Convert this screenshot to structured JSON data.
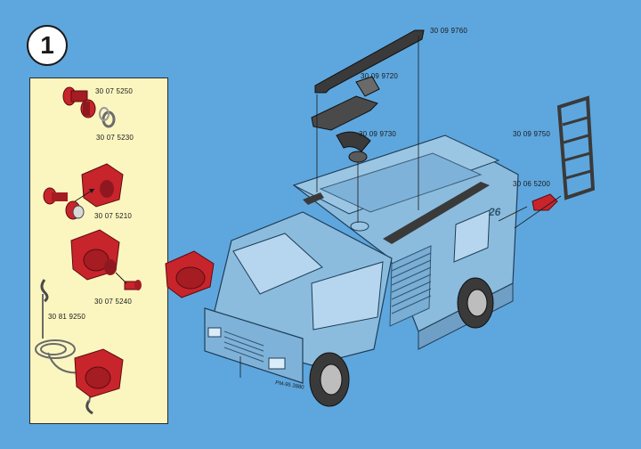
{
  "step": {
    "number": "1"
  },
  "panel": {
    "part_codes": [
      "30 07 5250",
      "30 07 5230",
      "30 07 5210",
      "30 07 5240",
      "30 81 9250"
    ]
  },
  "main": {
    "part_codes": [
      "30 09 9760",
      "30 09 9720",
      "30 09 9730",
      "30 09 9750",
      "30 06 5200"
    ]
  },
  "truck": {
    "roof_number": "26",
    "plate": "PM-95 3880"
  },
  "colors": {
    "background": "#5ea7de",
    "panel": "#fbf6c0",
    "part_red": "#c8242c",
    "truck_body": "#7fb2d8",
    "dark_part": "#3a3a3a"
  }
}
